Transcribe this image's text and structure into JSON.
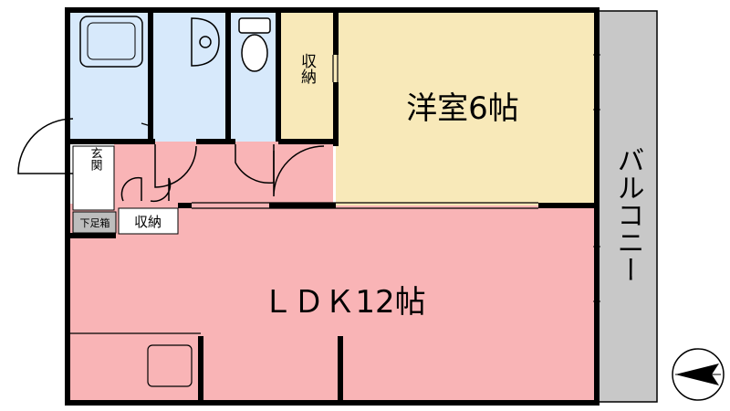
{
  "rooms": {
    "western_room": "洋室6帖",
    "ldk": "ＬＤＫ12帖",
    "balcony": "バルコニー",
    "storage_upper": "収納",
    "storage_lower": "収納",
    "entrance": "玄関",
    "shoe_box": "下足箱"
  },
  "colors": {
    "ldk_floor": "#f9b4b6",
    "western_floor": "#f8e9b9",
    "wet_area": "#d7e9fb",
    "balcony": "#c8c8c8",
    "shoe_box": "#bdbdbd",
    "wall": "#000000"
  },
  "compass": {
    "icon": "north-arrow-icon"
  }
}
